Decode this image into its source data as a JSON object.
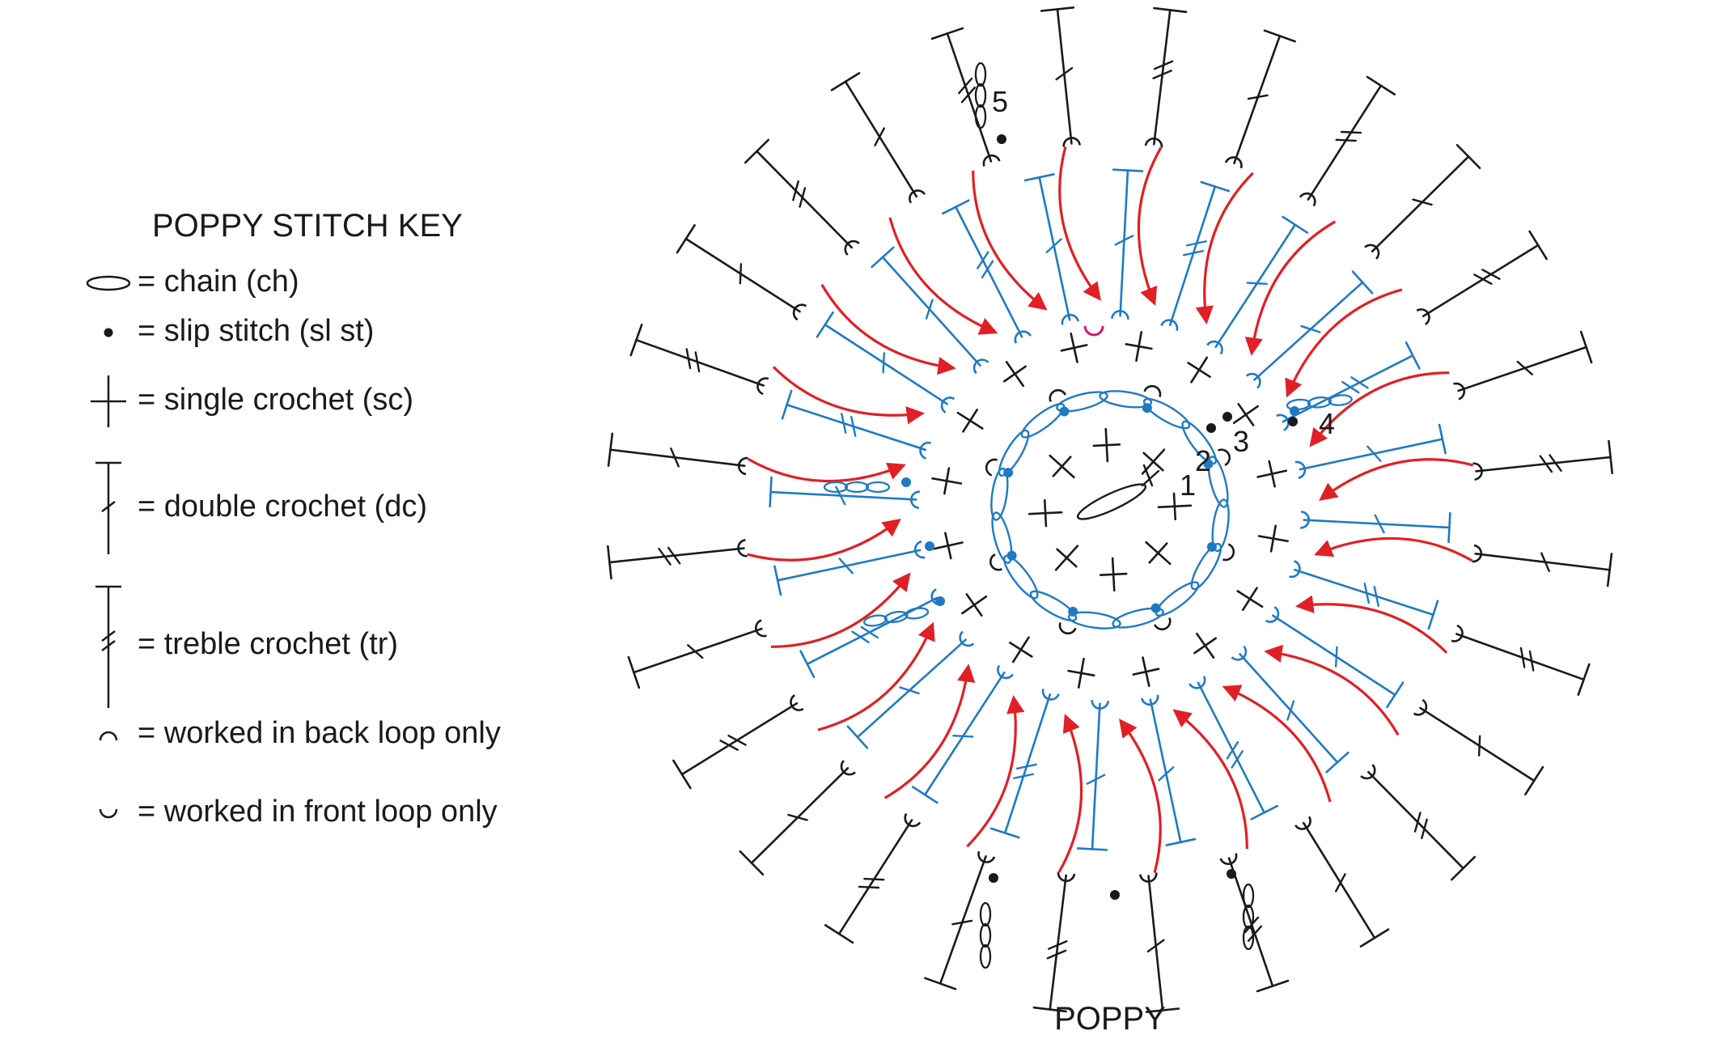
{
  "key": {
    "title": "POPPY STITCH KEY",
    "items": [
      {
        "symbol": "chain",
        "label": "= chain (ch)"
      },
      {
        "symbol": "slip-stitch",
        "label": "= slip stitch (sl st)"
      },
      {
        "symbol": "single-crochet",
        "label": "= single crochet (sc)"
      },
      {
        "symbol": "double-crochet",
        "label": "= double crochet (dc)"
      },
      {
        "symbol": "treble-crochet",
        "label": "= treble crochet (tr)"
      },
      {
        "symbol": "back-loop",
        "label": "= worked in back loop only"
      },
      {
        "symbol": "front-loop",
        "label": "= worked in front loop only"
      }
    ]
  },
  "diagram": {
    "caption": "POPPY",
    "round_numbers": [
      "1",
      "2",
      "3",
      "4",
      "5"
    ],
    "colors": {
      "ink": "#1a1a1a",
      "blue": "#1f7ac4",
      "red": "#e02026",
      "magenta": "#d6157a"
    }
  }
}
